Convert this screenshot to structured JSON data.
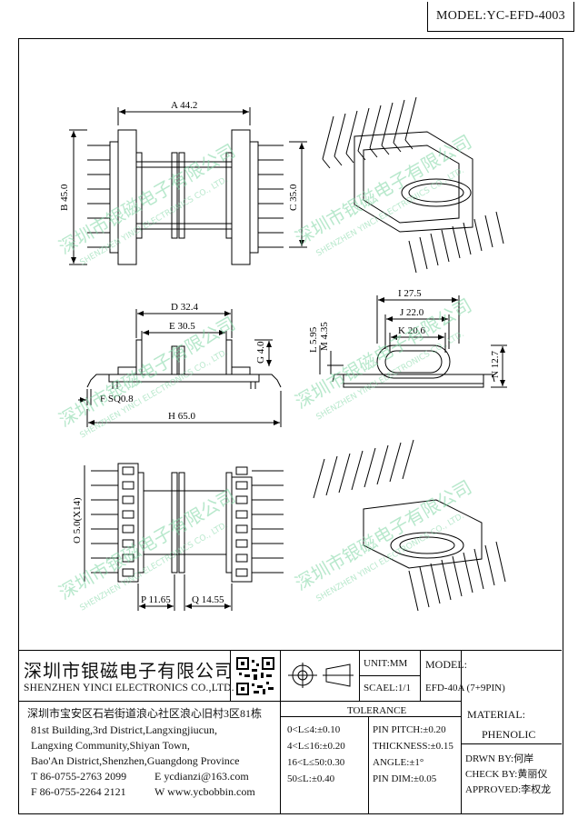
{
  "model": "MODEL:YC-EFD-4003",
  "watermark": {
    "cn": "深圳市银磁电子有限公司",
    "en": "SHENZHEN YINCI ELECTRONICS CO., LTD."
  },
  "dimensions": {
    "A": "A 44.2",
    "B": "B 45.0",
    "C": "C 35.0",
    "D": "D 32.4",
    "E": "E 30.5",
    "G": "G 4.0",
    "F": "F SQ0.8",
    "H": "H 65.0",
    "I": "I 27.5",
    "J": "J 22.0",
    "K": "K 20.6",
    "L": "L 5.95",
    "M": "M 4.35",
    "N": "N 12.7",
    "O": "O 5.0(X14)",
    "P": "P 11.65",
    "Q": "Q 14.55"
  },
  "company": {
    "name_cn": "深圳市银磁电子有限公司",
    "name_en": "SHENZHEN YINCI ELECTRONICS CO.,LTD.",
    "address_cn": "深圳市宝安区石岩街道浪心社区浪心旧村3区81栋",
    "address_en": [
      "81st Building,3rd District,Langxingjiucun,",
      "Langxing Community,Shiyan Town,",
      "Bao'An District,Shenzhen,Guangdong Province"
    ],
    "tel": "T 86-0755-2763 2099",
    "fax": "F 86-0755-2264 2121",
    "email": "E ycdianzi@163.com",
    "web": "W www.ycbobbin.com"
  },
  "unit": "UNIT:MM",
  "scale": "SCAEL:1/1",
  "model_label": "MODEL:",
  "model_value": "EFD-40A (7+9PIN)",
  "tolerance": {
    "title": "TOLERANCE",
    "left": [
      "0<L≤4:±0.10",
      "4<L≤16:±0.20",
      "16<L≤50:0.30",
      "50≤L:±0.40"
    ],
    "right": [
      "PIN PITCH:±0.20",
      "THICKNESS:±0.15",
      "ANGLE:±1°",
      "PIN DIM:±0.05"
    ]
  },
  "material": {
    "label": "MATERIAL:",
    "value": "PHENOLIC"
  },
  "approvals": [
    "DRWN BY:何岸",
    "CHECK BY:黄丽仪",
    "APPROVED:李权龙"
  ]
}
